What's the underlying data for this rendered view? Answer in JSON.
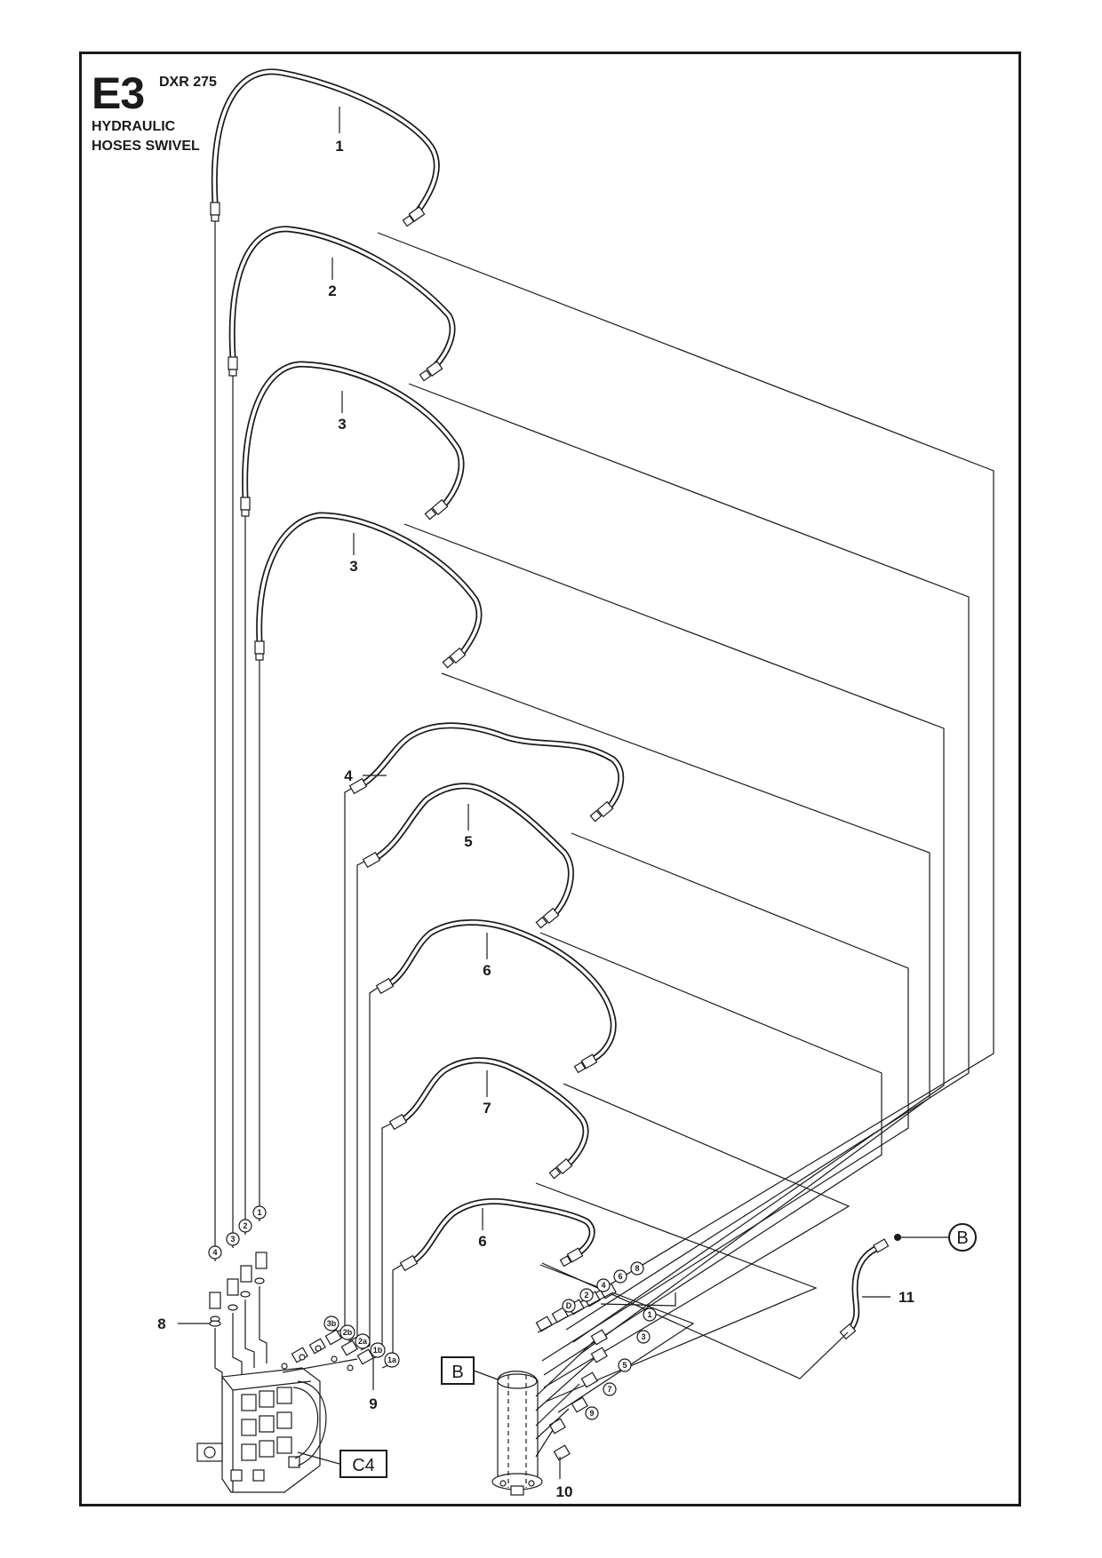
{
  "header": {
    "code": "E3",
    "model": "DXR 275",
    "title_line1": "HYDRAULIC",
    "title_line2": "HOSES SWIVEL"
  },
  "callouts": {
    "hose_1": "1",
    "hose_2": "2",
    "hose_3a": "3",
    "hose_3b": "3",
    "hose_4": "4",
    "hose_5": "5",
    "hose_6a": "6",
    "hose_7": "7",
    "hose_6b": "6",
    "seal_8": "8",
    "fitting_9": "9",
    "fitting_10": "10",
    "hose_11": "11"
  },
  "ref_boxes": {
    "valve_block": "C4",
    "swivel": "B"
  },
  "ref_circle": "B",
  "valve_ports": [
    "4",
    "3",
    "2",
    "1"
  ],
  "valve_front_ports": [
    "3b",
    "2b",
    "2a",
    "1b",
    "1a"
  ],
  "swivel_top_ports": [
    "D",
    "2",
    "4",
    "6",
    "8"
  ],
  "swivel_side_ports": [
    "1",
    "3",
    "5",
    "7",
    "9"
  ]
}
